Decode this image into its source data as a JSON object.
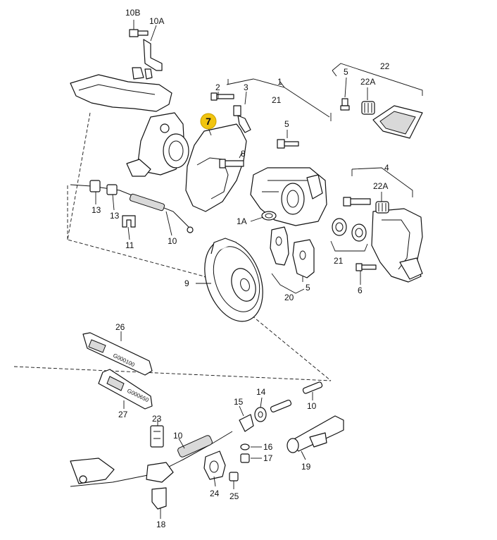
{
  "highlight": {
    "label": "7",
    "color": "#f1c40f"
  },
  "callouts": {
    "c10B": "10B",
    "c10A": "10A",
    "c1": "1",
    "c21top": "21",
    "c3": "3",
    "c2": "2",
    "c5a": "5",
    "c8": "8",
    "c5b": "5",
    "c22": "22",
    "c22A1": "22A",
    "c4": "4",
    "c22A2": "22A",
    "c13a": "13",
    "c13b": "13",
    "c11": "11",
    "c10a": "10",
    "c1A": "1A",
    "c21b": "21",
    "c5c": "5",
    "c20": "20",
    "c9": "9",
    "c6": "6",
    "c26": "26",
    "c27": "27",
    "c14": "14",
    "c15": "15",
    "c10b": "10",
    "c23": "23",
    "c10c": "10",
    "c16": "16",
    "c17": "17",
    "c19": "19",
    "c24": "24",
    "c25": "25",
    "c18": "18"
  },
  "tubes": {
    "tube26": "G000100",
    "tube27": "G000650"
  }
}
